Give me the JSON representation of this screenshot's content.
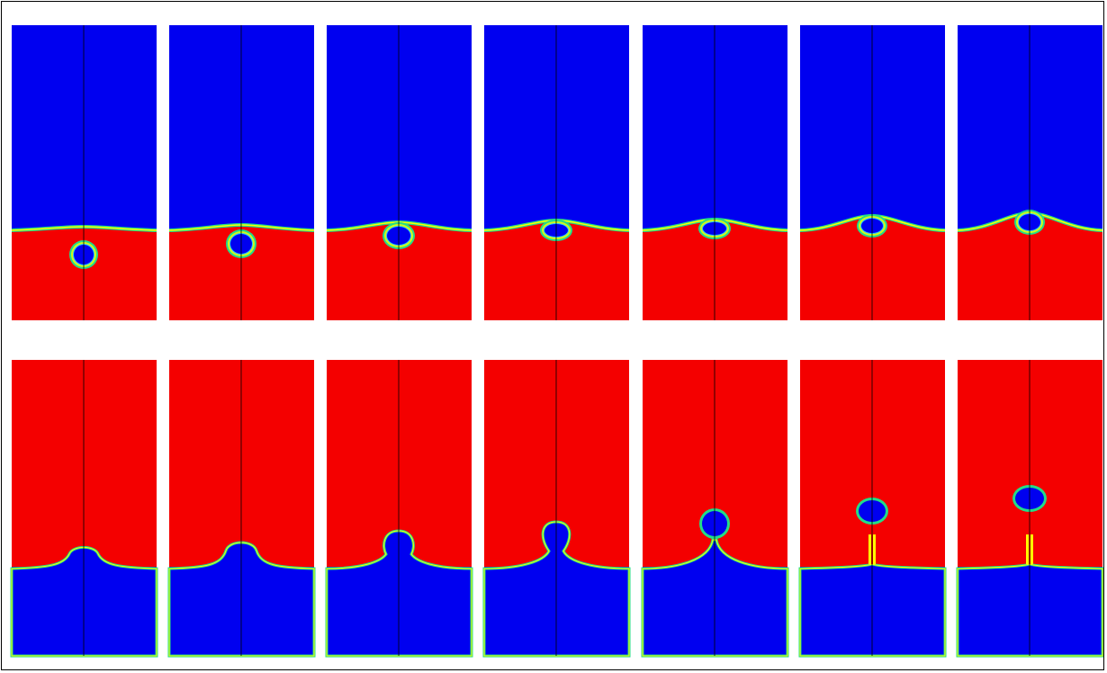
{
  "figure": {
    "description_visible_text": "",
    "colors": {
      "blue_phase": "#0000f0",
      "red_phase": "#f40000",
      "interface_yellow": "#ffff00",
      "interface_green": "#22dd88",
      "interface_cyan": "#22ccff",
      "axis_line": "#000000",
      "background": "#ffffff"
    },
    "rows": [
      {
        "id": "row-1",
        "upper_phase": "blue",
        "lower_phase": "red",
        "frames": [
          {
            "step": 1,
            "interface": "flat",
            "drop": "bubble-below-interface"
          },
          {
            "step": 2,
            "interface": "flat",
            "drop": "bubble-rising"
          },
          {
            "step": 3,
            "interface": "bulging",
            "drop": "bubble-touching-interface"
          },
          {
            "step": 4,
            "interface": "bulging",
            "drop": "bubble-flattened-at-interface"
          },
          {
            "step": 5,
            "interface": "bulging",
            "drop": "bubble-flattened-at-interface"
          },
          {
            "step": 6,
            "interface": "bulging",
            "drop": "bubble-crossing-interface"
          },
          {
            "step": 7,
            "interface": "bulging",
            "drop": "bubble-crossing-interface"
          }
        ]
      },
      {
        "id": "row-2",
        "upper_phase": "red",
        "lower_phase": "blue",
        "frames": [
          {
            "step": 8,
            "interface": "small-bump",
            "drop": "none"
          },
          {
            "step": 9,
            "interface": "bump",
            "drop": "none"
          },
          {
            "step": 10,
            "interface": "mushroom",
            "drop": "none"
          },
          {
            "step": 11,
            "interface": "necking",
            "drop": "none"
          },
          {
            "step": 12,
            "interface": "pinch-off",
            "drop": "droplet-detaching"
          },
          {
            "step": 13,
            "interface": "flat-with-jet",
            "drop": "droplet-detached"
          },
          {
            "step": 14,
            "interface": "flat-with-jet",
            "drop": "droplet-detached"
          }
        ]
      }
    ]
  }
}
